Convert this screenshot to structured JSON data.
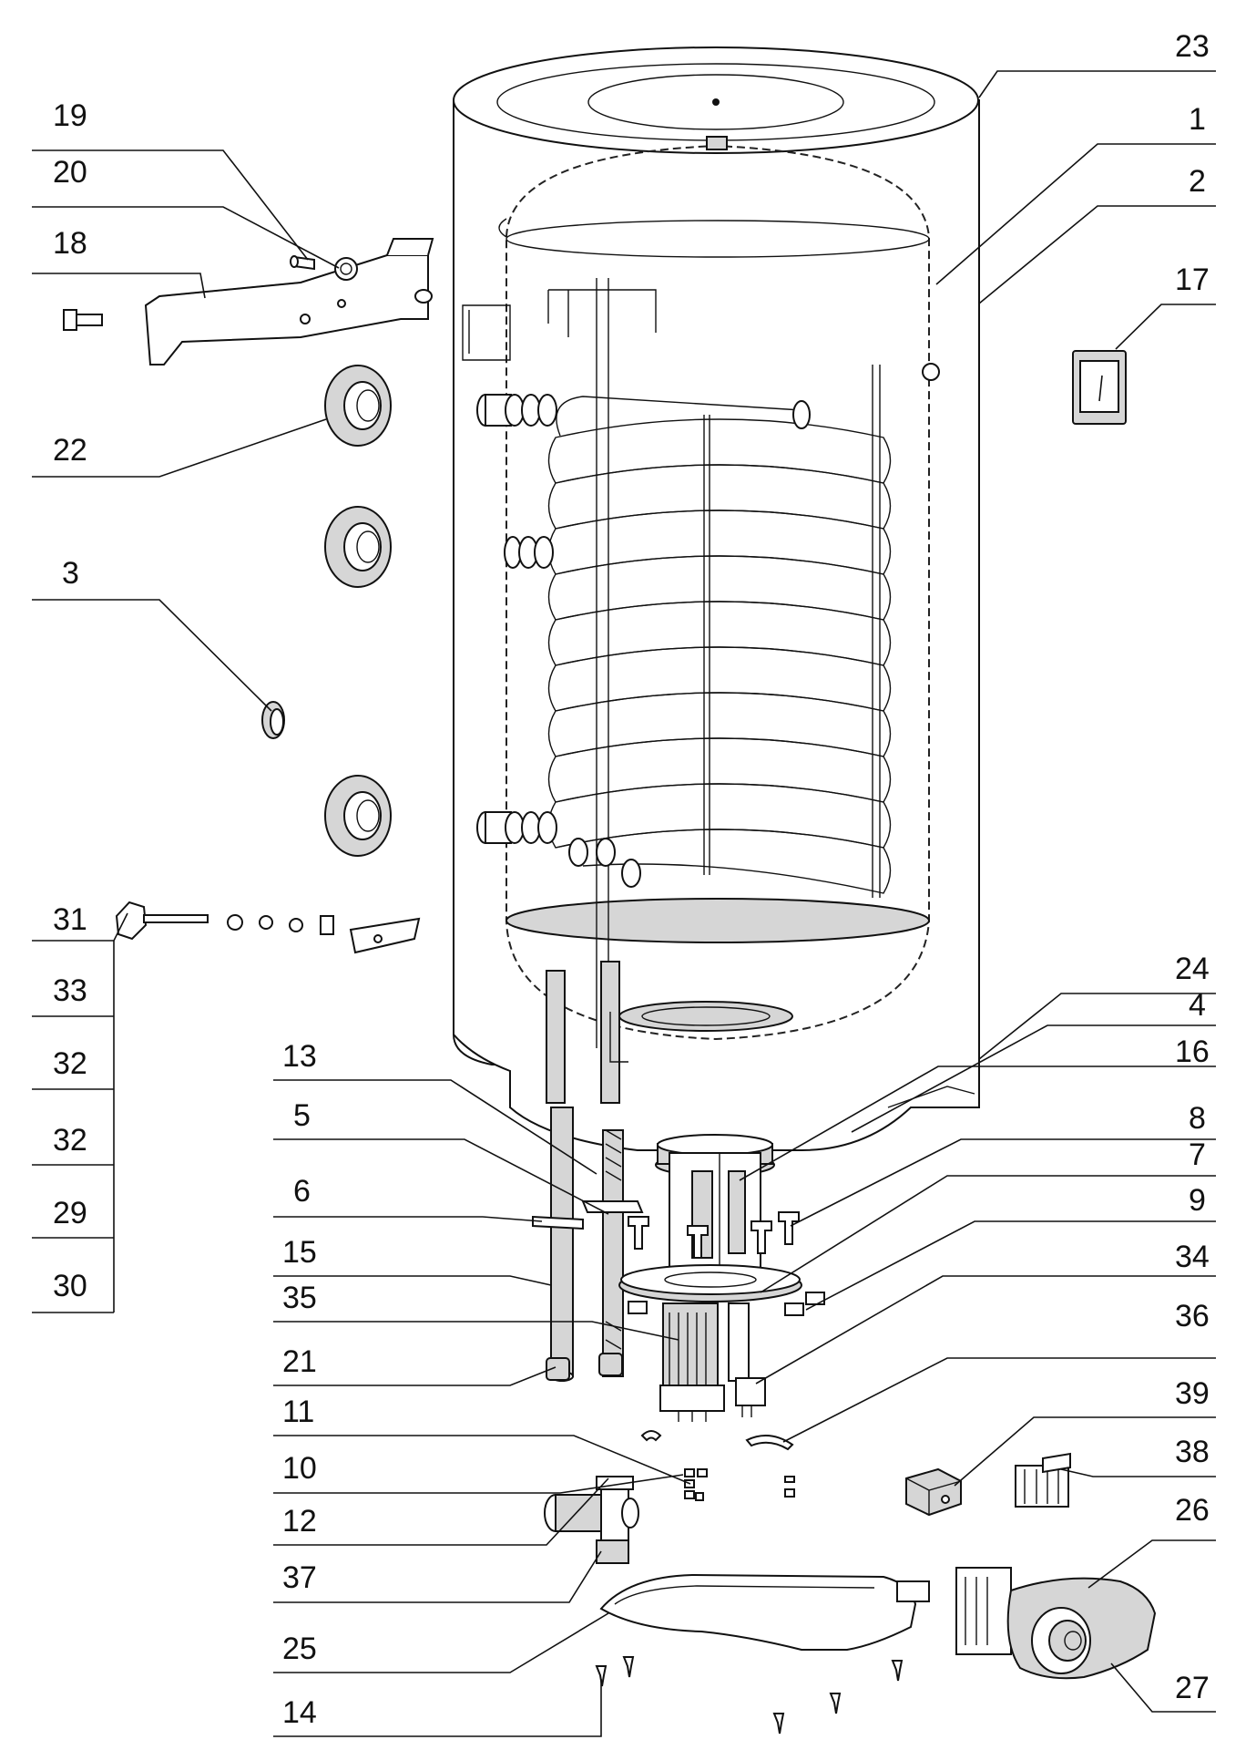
{
  "labels": {
    "l23": "23",
    "l1": "1",
    "l2": "2",
    "l17": "17",
    "l19": "19",
    "l20": "20",
    "l18": "18",
    "l22": "22",
    "l3": "3",
    "l31": "31",
    "l33": "33",
    "l32a": "32",
    "l32b": "32",
    "l29": "29",
    "l30": "30",
    "l24": "24",
    "l4": "4",
    "l16": "16",
    "l8": "8",
    "l7": "7",
    "l9": "9",
    "l34": "34",
    "l36": "36",
    "l39": "39",
    "l38": "38",
    "l26": "26",
    "l27": "27",
    "l13": "13",
    "l5": "5",
    "l6": "6",
    "l15": "15",
    "l35": "35",
    "l21": "21",
    "l11": "11",
    "l10": "10",
    "l12": "12",
    "l37": "37",
    "l25": "25",
    "l14": "14"
  },
  "colors": {
    "line": "#111111",
    "fill": "#d6d6d6",
    "background": "#ffffff"
  }
}
